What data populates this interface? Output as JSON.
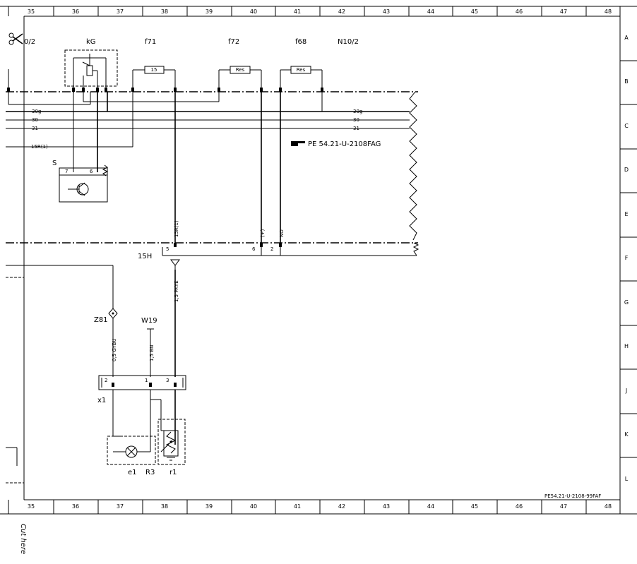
{
  "grid": {
    "columns": [
      "35",
      "36",
      "37",
      "38",
      "39",
      "40",
      "41",
      "42",
      "43",
      "44",
      "45",
      "46",
      "47",
      "48"
    ],
    "rows": [
      "A",
      "B",
      "C",
      "D",
      "E",
      "F",
      "G",
      "H",
      "J",
      "K",
      "L"
    ]
  },
  "components": {
    "top_left_ref": "0/2",
    "kG": "kG",
    "f71": "f71",
    "f71_value": "15",
    "f72": "f72",
    "f72_value": "Res",
    "f68": "f68",
    "f68_value": "Res",
    "N10_2": "N10/2",
    "S": "S",
    "S_pin7": "7",
    "S_pin6": "6",
    "Z81": "Z81",
    "W19": "W19",
    "x1": "x1",
    "x1_pin2": "2",
    "x1_pin1": "1",
    "x1_pin3": "3",
    "e1": "e1",
    "R3": "R3",
    "r1": "r1",
    "H15": "15H"
  },
  "wires": {
    "w30g_left": "30g",
    "w30_left": "30",
    "w31_left": "31",
    "w15R1_left": "15R(1)",
    "w30g_right": "30g",
    "w30_right": "30",
    "w31_right": "31",
    "w15R1_vertical": "15R(1)",
    "plus_label": "(+)",
    "no_label": "NO",
    "pkye": "1,5 PKYE",
    "gybu": "0,5 GYBU",
    "bn": "1,5 BN",
    "pin5": "5",
    "pin6": "6",
    "pin2": "2"
  },
  "annotations": {
    "ref_text": "PE 54.21-U-2108FAG",
    "sheet_ref": "PE54.21-U-2108-99FAF",
    "cut_here": "Cut here"
  }
}
